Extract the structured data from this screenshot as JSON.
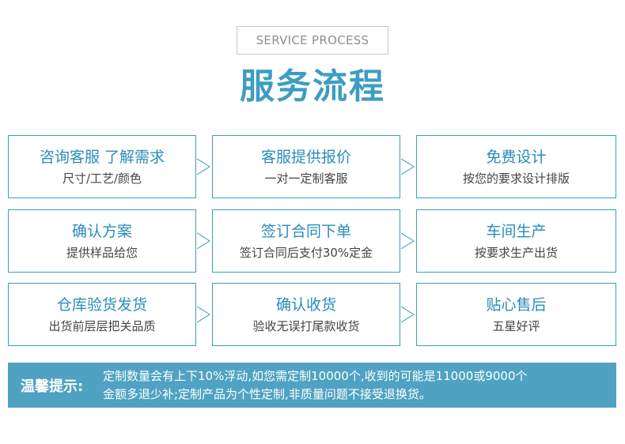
{
  "header": {
    "en_title": "SERVICE PROCESS",
    "cn_title": "服务流程"
  },
  "steps": [
    {
      "title": "咨询客服 了解需求",
      "sub": "尺寸/工艺/颜色"
    },
    {
      "title": "客服提供报价",
      "sub": "一对一定制客服"
    },
    {
      "title": "免费设计",
      "sub": "按您的要求设计排版"
    },
    {
      "title": "确认方案",
      "sub": "提供样品给您"
    },
    {
      "title": "签订合同下单",
      "sub": "签订合同后支付30%定金"
    },
    {
      "title": "车间生产",
      "sub": "按要求生产出货"
    },
    {
      "title": "仓库验货发货",
      "sub": "出货前层层把关品质"
    },
    {
      "title": "确认收货",
      "sub": "验收无误打尾款收货"
    },
    {
      "title": "贴心售后",
      "sub": "五星好评"
    }
  ],
  "notice": {
    "label": "温馨提示:",
    "line1": "定制数量会有上下10%浮动,如您需定制10000个,收到的可能是11000或9000个",
    "line2": "金额多退少补;定制产品为个性定制,非质量问题不接受退换货。"
  },
  "colors": {
    "accent": "#3d9dc1",
    "notice_bg": "#4fa2c2"
  }
}
